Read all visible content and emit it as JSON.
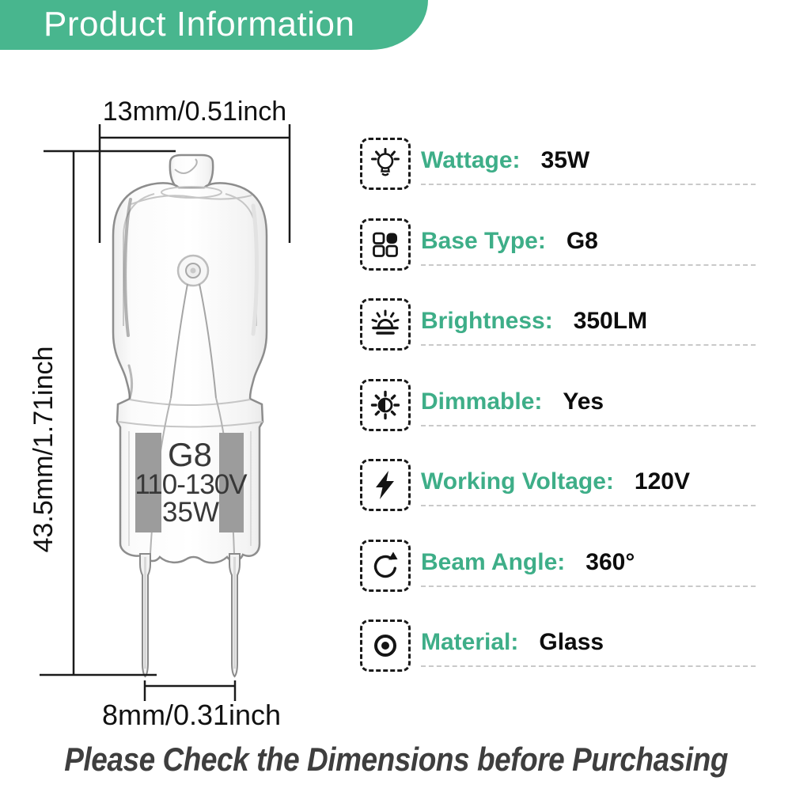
{
  "header": {
    "title": "Product Information"
  },
  "diagram": {
    "width_dim": "13mm/0.51inch",
    "height_dim": "43.5mm/1.71inch",
    "pin_dim": "8mm/0.31inch",
    "marking_model": "G8",
    "marking_voltage": "110-130V",
    "marking_wattage": "35W"
  },
  "specs": [
    {
      "icon": "bulb-icon",
      "label": "Wattage:",
      "value": "35W"
    },
    {
      "icon": "base-grid-icon",
      "label": "Base Type:",
      "value": "G8"
    },
    {
      "icon": "brightness-icon",
      "label": "Brightness:",
      "value": "350LM"
    },
    {
      "icon": "dimmable-icon",
      "label": "Dimmable:",
      "value": "Yes"
    },
    {
      "icon": "voltage-icon",
      "label": "Working Voltage:",
      "value": "120V"
    },
    {
      "icon": "beam-angle-icon",
      "label": "Beam Angle:",
      "value": "360°"
    },
    {
      "icon": "material-icon",
      "label": "Material:",
      "value": "Glass"
    }
  ],
  "footer": {
    "note": "Please Check the Dimensions before Purchasing"
  },
  "colors": {
    "banner": "#48b68e",
    "label": "#3eae88",
    "value": "#0d0d0d",
    "divider": "#c9c9c9",
    "dimension_lines": "#1a1a1a",
    "base_contact_gray": "#9c9c9c"
  }
}
